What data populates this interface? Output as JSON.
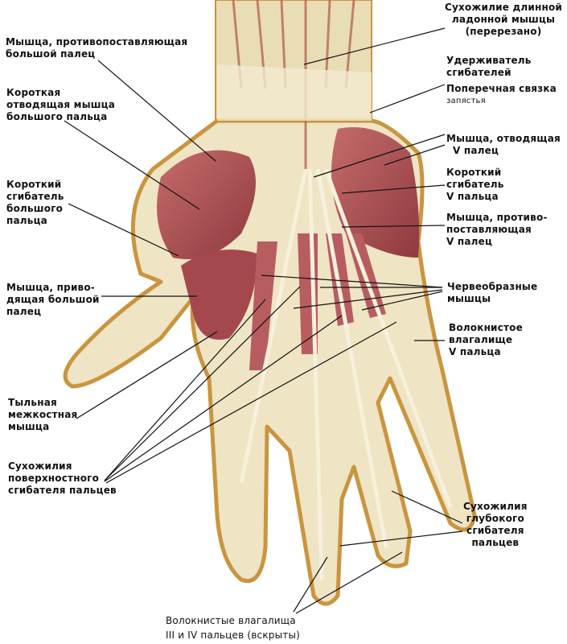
{
  "labels": {
    "palmaris_longus": [
      "Сухожилие длинной",
      "ладонной мышцы",
      "(перерезано)"
    ],
    "flexor_retinaculum": [
      "Удерживатель",
      "сгибателей"
    ],
    "transverse_carpal": [
      "Поперечная связка",
      "запястья"
    ],
    "abductor_v": [
      "Мышца, отводящая",
      "V палец"
    ],
    "flexor_brevis_v": [
      "Короткий",
      "сгибатель",
      "V пальца"
    ],
    "opponens_v": [
      "Мышца, противо-",
      "поставляющая",
      "V палец"
    ],
    "lumbricals": [
      "Червеобразные",
      "мышцы"
    ],
    "fibrous_sheath_v": [
      "Волокнистое",
      "влагалище",
      "V пальца"
    ],
    "deep_flexor_tendons": [
      "Сухожилия",
      "глубокого",
      "сгибателя",
      "пальцев"
    ],
    "fibrous_sheaths_iii_iv": [
      "Волокнистые влагалища",
      "III и IV пальцев (вскрыты)"
    ],
    "opponens_pollicis": [
      "Мышца, противопоставляющая",
      "большой палец"
    ],
    "abductor_pollicis_brevis": [
      "Короткая",
      "отводящая мышца",
      "большого пальца"
    ],
    "flexor_pollicis_brevis": [
      "Короткий",
      "сгибатель",
      "большого",
      "пальца"
    ],
    "adductor_pollicis": [
      "Мышца, приво-",
      "дящая большой",
      "палец"
    ],
    "dorsal_interosseous": [
      "Тыльная",
      "межкостная",
      "мышца"
    ],
    "superficial_flexor_tendons": [
      "Сухожилия",
      "поверхностного",
      "сгибателя пальцев"
    ]
  },
  "colors": {
    "skin": "#c9953f",
    "tendon": "#eee6c8",
    "muscle": "#b8575a"
  }
}
